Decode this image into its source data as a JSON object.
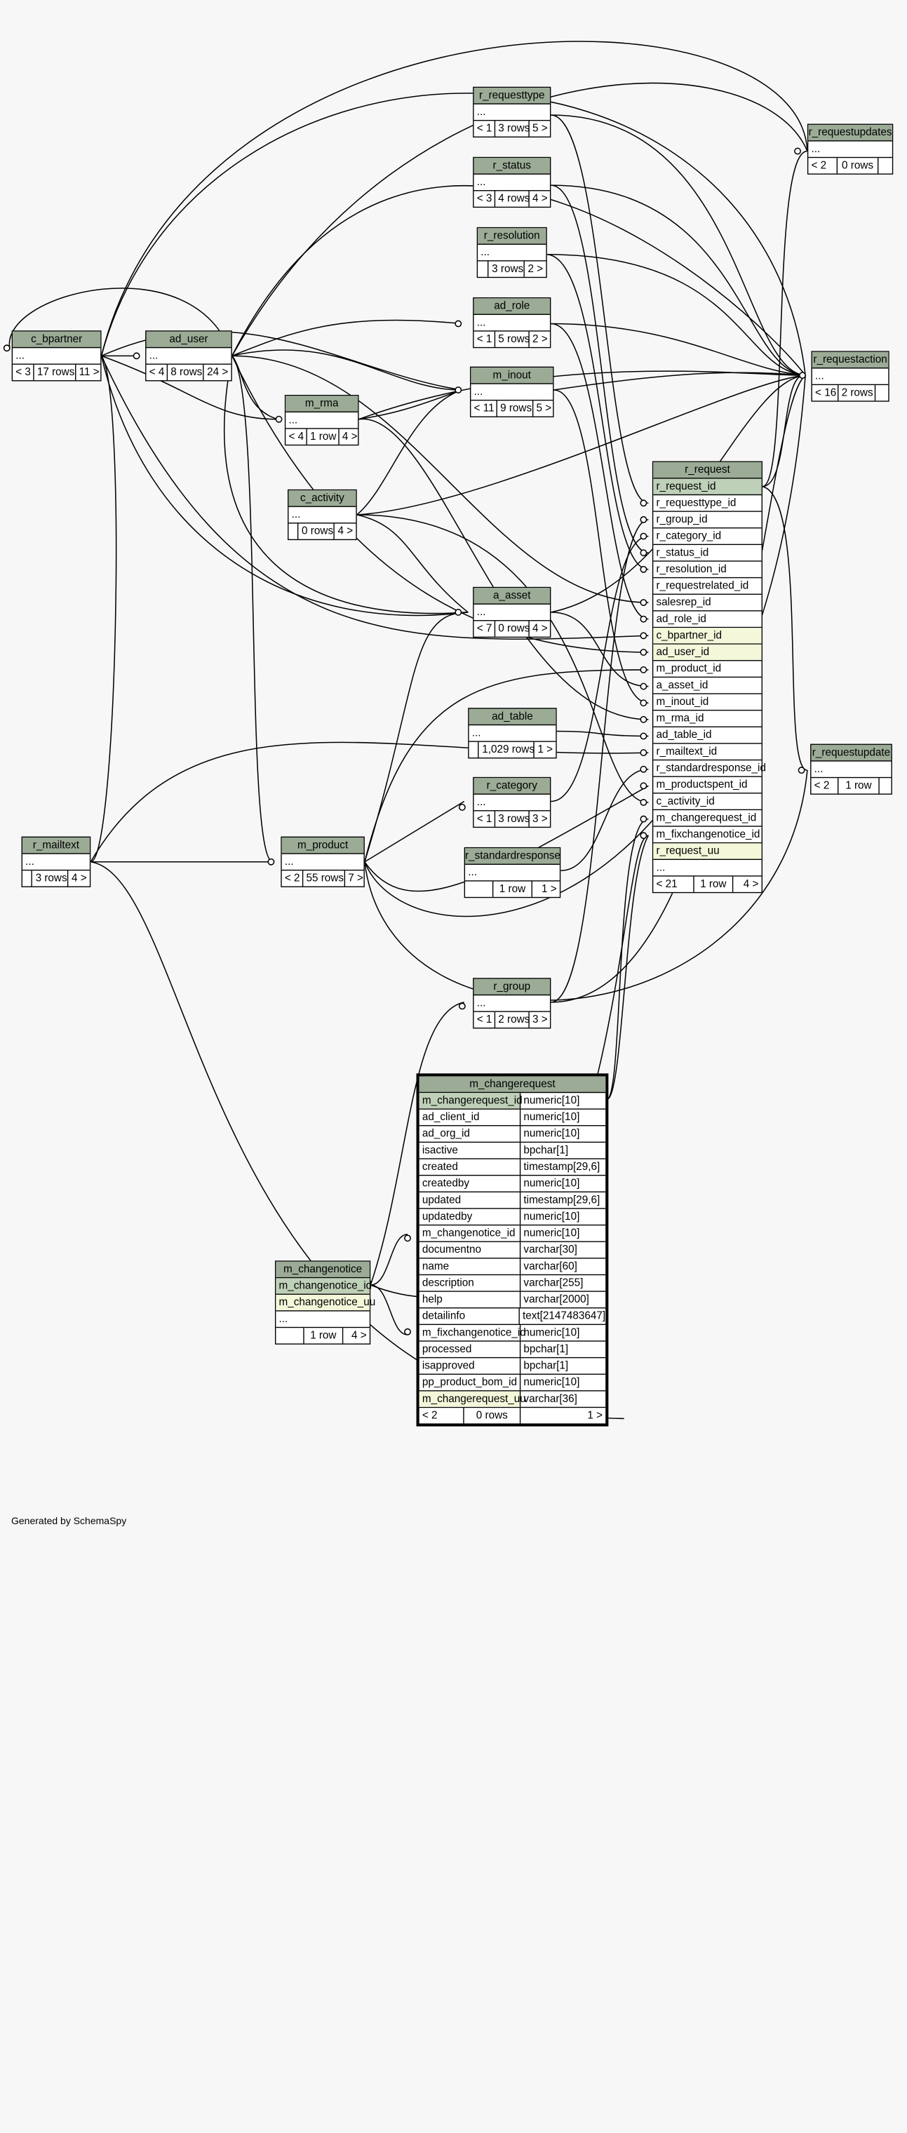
{
  "footer": "Generated by SchemaSpy",
  "tables": {
    "r_requesttype": {
      "name": "r_requesttype",
      "rows": [
        "..."
      ],
      "foot": [
        "< 1",
        "3 rows",
        "5 >"
      ]
    },
    "r_status": {
      "name": "r_status",
      "rows": [
        "..."
      ],
      "foot": [
        "< 3",
        "4 rows",
        "4 >"
      ]
    },
    "r_resolution": {
      "name": "r_resolution",
      "rows": [
        "..."
      ],
      "foot": [
        "",
        "3 rows",
        "2 >"
      ]
    },
    "ad_role": {
      "name": "ad_role",
      "rows": [
        "..."
      ],
      "foot": [
        "< 1",
        "5 rows",
        "2 >"
      ]
    },
    "m_inout": {
      "name": "m_inout",
      "rows": [
        "..."
      ],
      "foot": [
        "< 11",
        "9 rows",
        "5 >"
      ]
    },
    "r_requestupdates": {
      "name": "r_requestupdates",
      "rows": [
        "..."
      ],
      "foot": [
        "< 2",
        "0 rows",
        ""
      ]
    },
    "r_requestaction": {
      "name": "r_requestaction",
      "rows": [
        "..."
      ],
      "foot": [
        "< 16",
        "2 rows",
        ""
      ]
    },
    "c_bpartner": {
      "name": "c_bpartner",
      "rows": [
        "..."
      ],
      "foot": [
        "< 3",
        "17 rows",
        "11 >"
      ]
    },
    "ad_user": {
      "name": "ad_user",
      "rows": [
        "..."
      ],
      "foot": [
        "< 4",
        "8 rows",
        "24 >"
      ]
    },
    "m_rma": {
      "name": "m_rma",
      "rows": [
        "..."
      ],
      "foot": [
        "< 4",
        "1 row",
        "4 >"
      ]
    },
    "c_activity": {
      "name": "c_activity",
      "rows": [
        "..."
      ],
      "foot": [
        "",
        "0 rows",
        "4 >"
      ]
    },
    "a_asset": {
      "name": "a_asset",
      "rows": [
        "..."
      ],
      "foot": [
        "< 7",
        "0 rows",
        "4 >"
      ]
    },
    "ad_table": {
      "name": "ad_table",
      "rows": [
        "..."
      ],
      "foot": [
        "",
        "1,029 rows",
        "1 >"
      ]
    },
    "r_category": {
      "name": "r_category",
      "rows": [
        "..."
      ],
      "foot": [
        "< 1",
        "3 rows",
        "3 >"
      ]
    },
    "r_standardresponse": {
      "name": "r_standardresponse",
      "rows": [
        "..."
      ],
      "foot": [
        "",
        "1 row",
        "1 >"
      ]
    },
    "r_mailtext": {
      "name": "r_mailtext",
      "rows": [
        "..."
      ],
      "foot": [
        "",
        "3 rows",
        "4 >"
      ]
    },
    "m_product": {
      "name": "m_product",
      "rows": [
        "..."
      ],
      "foot": [
        "< 2",
        "55 rows",
        "7 >"
      ]
    },
    "r_group": {
      "name": "r_group",
      "rows": [
        "..."
      ],
      "foot": [
        "< 1",
        "2 rows",
        "3 >"
      ]
    },
    "r_requestupdate": {
      "name": "r_requestupdate",
      "rows": [
        "..."
      ],
      "foot": [
        "< 2",
        "1 row",
        ""
      ]
    },
    "r_request": {
      "name": "r_request",
      "rows": [
        "r_request_id",
        "r_requesttype_id",
        "r_group_id",
        "r_category_id",
        "r_status_id",
        "r_resolution_id",
        "r_requestrelated_id",
        "salesrep_id",
        "ad_role_id",
        "c_bpartner_id",
        "ad_user_id",
        "m_product_id",
        "a_asset_id",
        "m_inout_id",
        "m_rma_id",
        "ad_table_id",
        "r_mailtext_id",
        "r_standardresponse_id",
        "m_productspent_id",
        "c_activity_id",
        "m_changerequest_id",
        "m_fixchangenotice_id",
        "r_request_uu",
        "..."
      ],
      "foot": [
        "< 21",
        "1 row",
        "4 >"
      ]
    },
    "m_changenotice": {
      "name": "m_changenotice",
      "rows": [
        "m_changenotice_id",
        "m_changenotice_uu",
        "..."
      ],
      "foot": [
        "",
        "1 row",
        "4 >"
      ]
    },
    "m_changerequest": {
      "name": "m_changerequest",
      "cols": [
        [
          "m_changerequest_id",
          "numeric[10]"
        ],
        [
          "ad_client_id",
          "numeric[10]"
        ],
        [
          "ad_org_id",
          "numeric[10]"
        ],
        [
          "isactive",
          "bpchar[1]"
        ],
        [
          "created",
          "timestamp[29,6]"
        ],
        [
          "createdby",
          "numeric[10]"
        ],
        [
          "updated",
          "timestamp[29,6]"
        ],
        [
          "updatedby",
          "numeric[10]"
        ],
        [
          "m_changenotice_id",
          "numeric[10]"
        ],
        [
          "documentno",
          "varchar[30]"
        ],
        [
          "name",
          "varchar[60]"
        ],
        [
          "description",
          "varchar[255]"
        ],
        [
          "help",
          "varchar[2000]"
        ],
        [
          "detailinfo",
          "text[2147483647]"
        ],
        [
          "m_fixchangenotice_id",
          "numeric[10]"
        ],
        [
          "processed",
          "bpchar[1]"
        ],
        [
          "isapproved",
          "bpchar[1]"
        ],
        [
          "pp_product_bom_id",
          "numeric[10]"
        ],
        [
          "m_changerequest_uu",
          "varchar[36]"
        ]
      ],
      "foot": [
        "< 2",
        "0 rows",
        "1 >"
      ]
    }
  }
}
